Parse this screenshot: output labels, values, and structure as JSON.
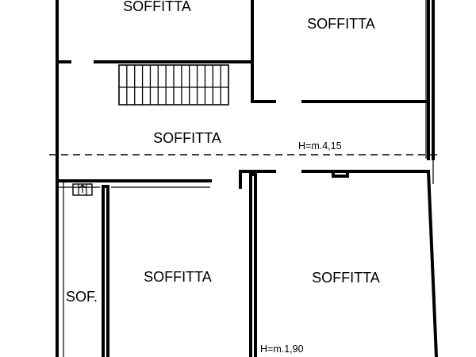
{
  "rooms": {
    "top_left": "SOFFITTA",
    "top_right": "SOFFITTA",
    "center": "SOFFITTA",
    "bottom_middle": "SOFFITTA",
    "bottom_right": "SOFFITTA",
    "bottom_left": "SOF."
  },
  "heights": {
    "upper": "H=m.4,15",
    "lower": "H=m.1,90"
  }
}
